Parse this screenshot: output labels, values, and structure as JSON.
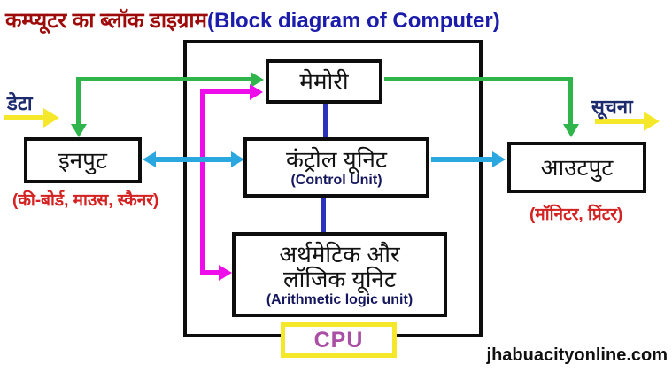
{
  "title": {
    "hindi": "कम्प्यूटर का ब्लॉक डाइग्राम",
    "english": "(Block diagram of Computer)"
  },
  "blocks": {
    "memory": {
      "label": "मेमोरी"
    },
    "control": {
      "label": "कंट्रोल यूनिट",
      "sublabel": "(Control Unit)"
    },
    "alu": {
      "label_line1": "अर्थमेटिक और",
      "label_line2": "लॉजिक यूनिट",
      "sublabel": "(Arithmetic logic unit)"
    },
    "input": {
      "label": "इनपुट",
      "caption": "(की-बोर्ड, माउस, स्कैनर)"
    },
    "output": {
      "label": "आउटपुट",
      "caption": "(मॉनिटर, प्रिंटर)"
    },
    "cpu": {
      "label": "CPU"
    }
  },
  "annotations": {
    "data_in": "डेटा",
    "info_out": "सूचना"
  },
  "watermark": "jhabuacityonline.com",
  "colors": {
    "green_arrow": "#2fb54b",
    "magenta_arrow": "#ef0cea",
    "cyan_arrow": "#2aa7de",
    "navy_connector": "#2b32bb",
    "yellow_arrow": "#f5e82a",
    "title_hindi": "#9e0b0b",
    "title_english": "#1b1caa",
    "caption_red": "#d32221",
    "side_label_navy": "#1c2a6e",
    "cpu_text": "#a94fa4",
    "box_border": "#0d0d0d"
  }
}
